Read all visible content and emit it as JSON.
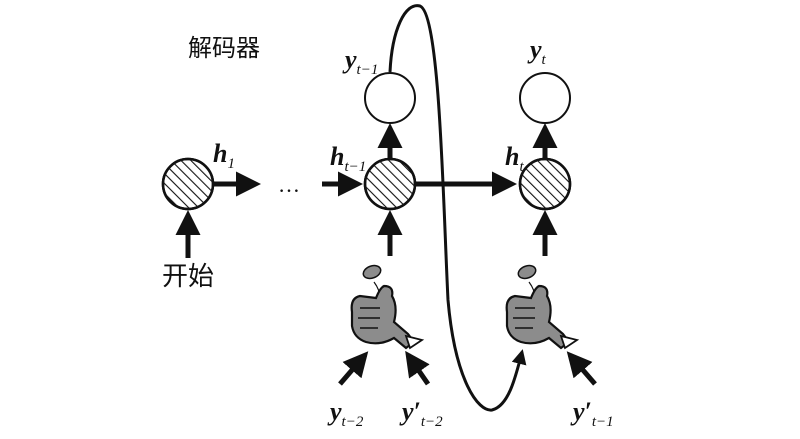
{
  "title": "解码器",
  "start_label": "开始",
  "ellipsis": "…",
  "labels": {
    "h1": {
      "main": "h",
      "sub": "1"
    },
    "h_prev": {
      "main": "h",
      "sub": "t−1"
    },
    "h_t": {
      "main": "h",
      "sub": "t"
    },
    "y_prev": {
      "main": "y",
      "sub": "t−1"
    },
    "y_t": {
      "main": "y",
      "sub": "t"
    },
    "y_tm2": {
      "main": "y",
      "sub": "t−2"
    },
    "yp_tm2": {
      "main": "y′",
      "sub": "t−2"
    },
    "yp_tm1": {
      "main": "y′",
      "sub": "t−1"
    }
  },
  "colors": {
    "stroke": "#111111",
    "hand_fill": "#8c8c8c",
    "hand_cuff": "#ffffff"
  },
  "icons": [
    "hatched-rnn-cell",
    "output-circle",
    "coin-flip-hand-icon"
  ]
}
